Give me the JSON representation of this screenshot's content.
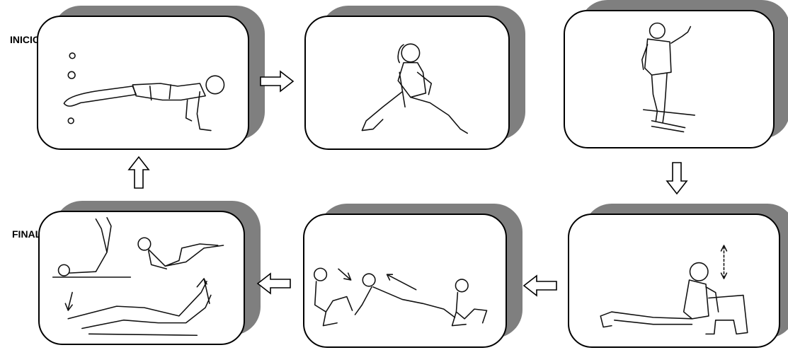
{
  "labels": {
    "start": "INICIO",
    "end": "FINAL"
  },
  "steps": [
    {
      "id": 1,
      "exercise": "push-up-plank"
    },
    {
      "id": 2,
      "exercise": "lunge-stretch"
    },
    {
      "id": 3,
      "exercise": "calf-raise-step"
    },
    {
      "id": 4,
      "exercise": "seated-dips"
    },
    {
      "id": 5,
      "exercise": "crawl-stretch"
    },
    {
      "id": 6,
      "exercise": "abdominal-exercises"
    }
  ],
  "flow": [
    "right",
    "down",
    "left",
    "left",
    "up"
  ],
  "colors": {
    "card_border": "#000000",
    "card_shadow": "#7f7f7f",
    "background": "#ffffff"
  }
}
